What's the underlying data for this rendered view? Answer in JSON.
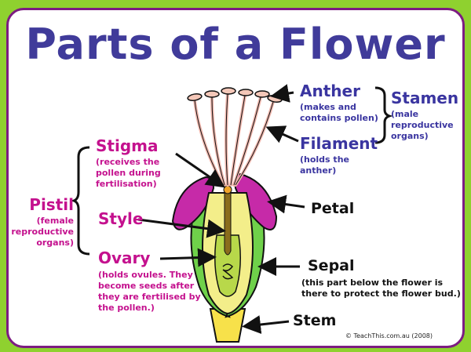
{
  "title": "Parts of a Flower",
  "labels": {
    "anther": "Anther",
    "anther_desc": [
      "(makes and",
      "contains pollen)"
    ],
    "filament": "Filament",
    "filament_desc": [
      "(holds the",
      "anther)"
    ],
    "stamen": "Stamen",
    "stamen_desc": [
      "(male",
      "reproductive",
      "organs)"
    ],
    "stigma": "Stigma",
    "stigma_desc": [
      "(receives the",
      "pollen during",
      "fertilisation)"
    ],
    "pistil": "Pistil",
    "pistil_desc": [
      "(female",
      "reproductive",
      "organs)"
    ],
    "style": "Style",
    "ovary": "Ovary",
    "ovary_desc": [
      "(holds ovules. They",
      "become seeds after",
      "they are fertilised by",
      "the pollen.)"
    ],
    "petal": "Petal",
    "sepal": "Sepal",
    "sepal_desc": [
      "(this part below the flower is",
      "there to protect the flower bud.)"
    ],
    "stem": "Stem"
  },
  "credit": "© TeachThis.com.au (2008)",
  "colors": {
    "background": "#8fd12f",
    "border": "#7c1c82",
    "title": "#403b9a",
    "magenta_label": "#c4118e",
    "navy_label": "#3a35a0",
    "petal": "#c62aa8",
    "sepal": "#6fd14a",
    "ovary_wall": "#f3ee8a",
    "stem": "#f7e14a",
    "filament": "#f0b7ad"
  }
}
